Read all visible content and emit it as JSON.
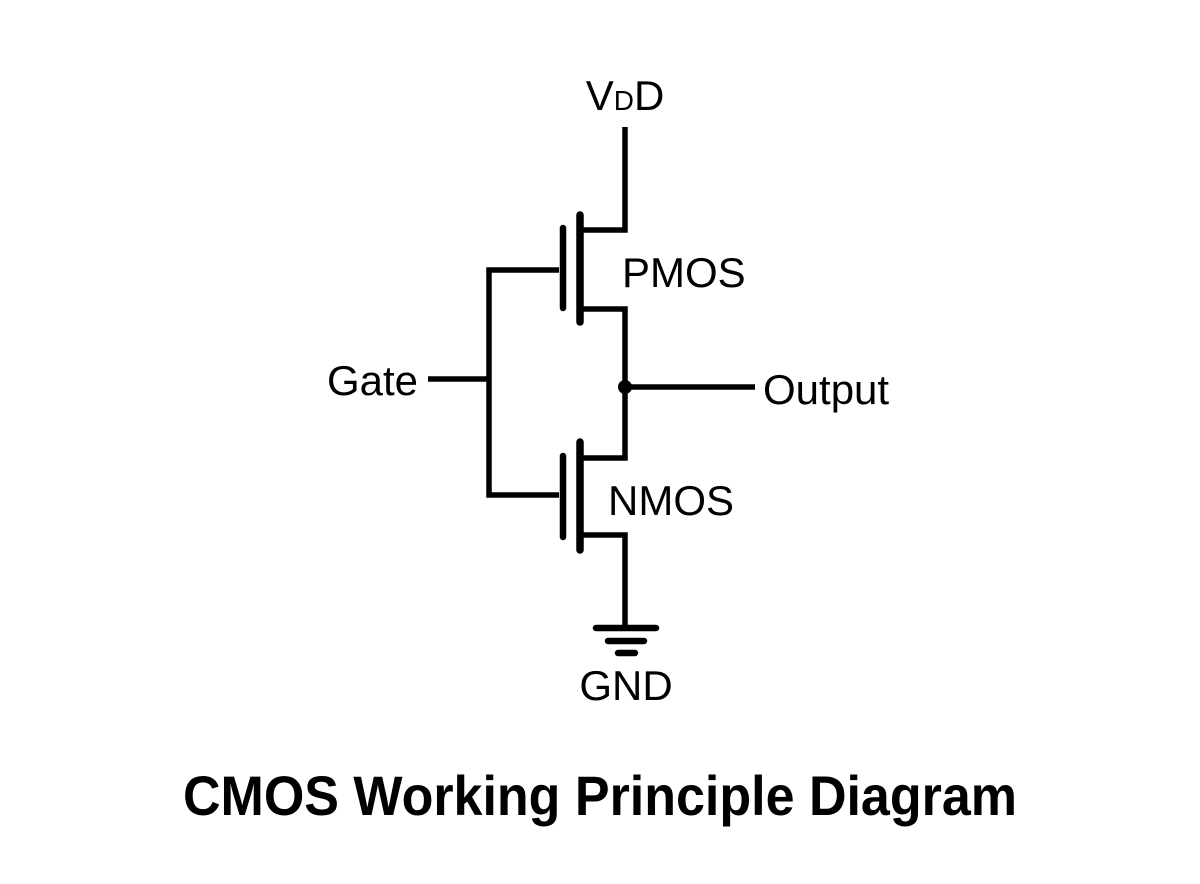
{
  "title": "CMOS Working Principle Diagram",
  "diagram": {
    "labels": {
      "power": {
        "prefix": "V",
        "subscript": "D",
        "suffix": "D"
      },
      "pmos": "PMOS",
      "nmos": "NMOS",
      "gate": "Gate",
      "output": "Output",
      "ground": "GND"
    },
    "colors": {
      "stroke": "#000000",
      "text": "#000000",
      "background": "#ffffff"
    }
  }
}
